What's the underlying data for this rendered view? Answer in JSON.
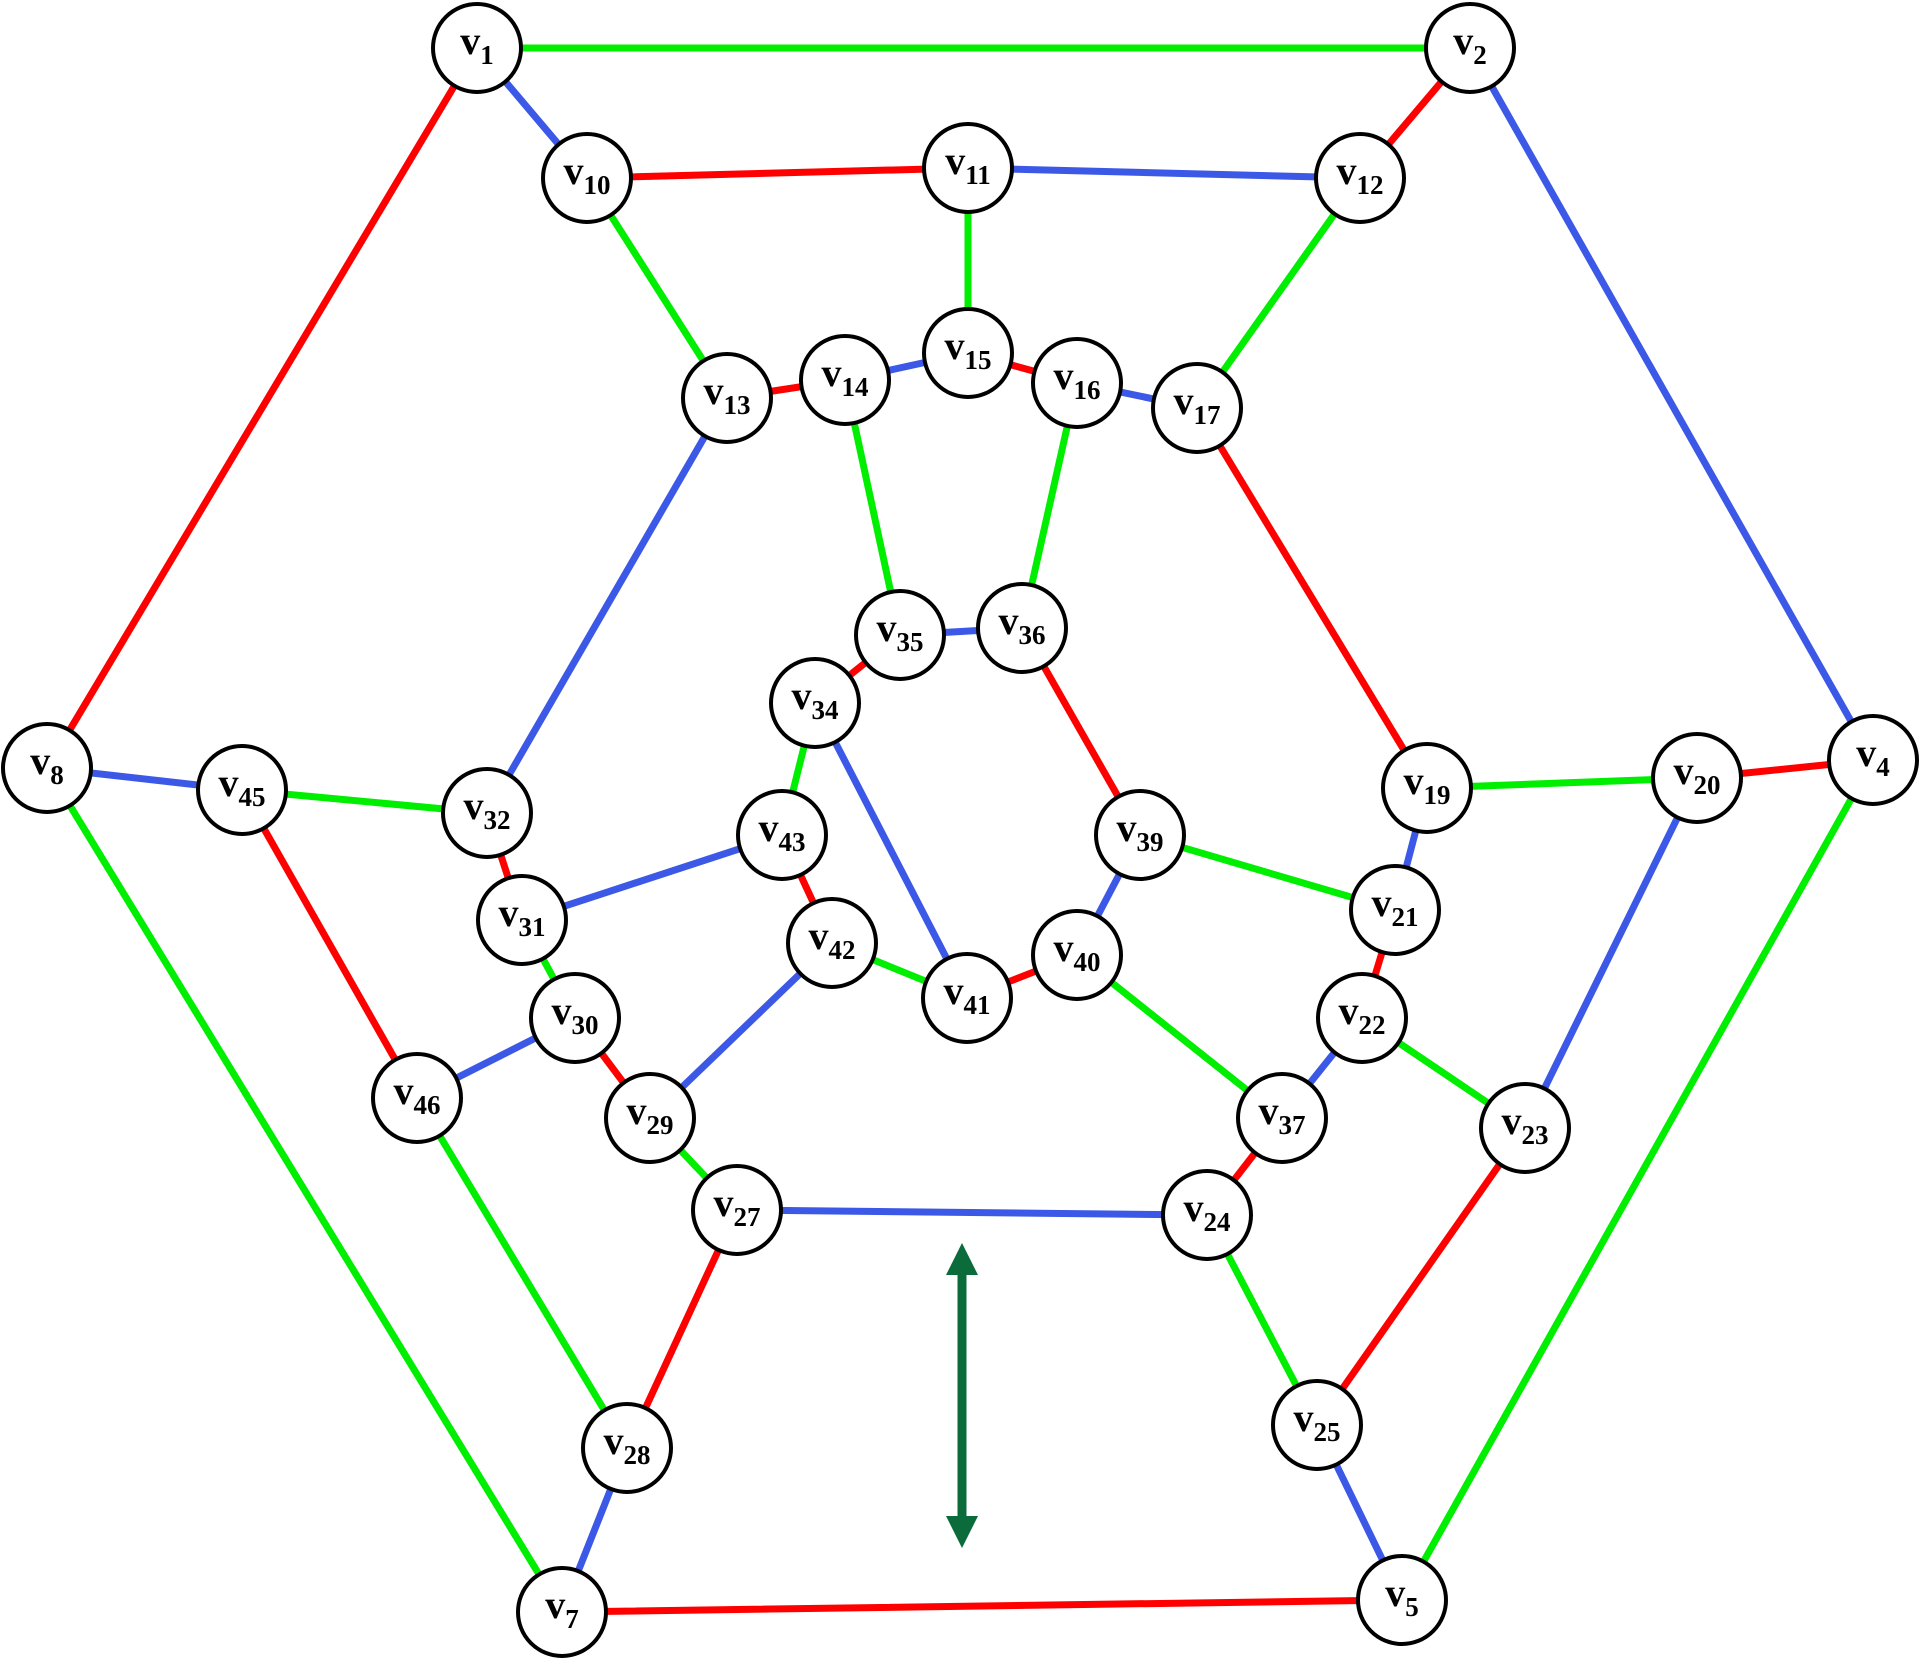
{
  "colors": {
    "red": "#ff0000",
    "green": "#00ee00",
    "blue": "#3c58e6",
    "arrow": "#0b6b3a"
  },
  "nodes": [
    {
      "id": "1",
      "label": "v",
      "sub": "1"
    },
    {
      "id": "2",
      "label": "v",
      "sub": "2"
    },
    {
      "id": "4",
      "label": "v",
      "sub": "4"
    },
    {
      "id": "5",
      "label": "v",
      "sub": "5"
    },
    {
      "id": "7",
      "label": "v",
      "sub": "7"
    },
    {
      "id": "8",
      "label": "v",
      "sub": "8"
    },
    {
      "id": "10",
      "label": "v",
      "sub": "10"
    },
    {
      "id": "11",
      "label": "v",
      "sub": "11"
    },
    {
      "id": "12",
      "label": "v",
      "sub": "12"
    },
    {
      "id": "13",
      "label": "v",
      "sub": "13"
    },
    {
      "id": "14",
      "label": "v",
      "sub": "14"
    },
    {
      "id": "15",
      "label": "v",
      "sub": "15"
    },
    {
      "id": "16",
      "label": "v",
      "sub": "16"
    },
    {
      "id": "17",
      "label": "v",
      "sub": "17"
    },
    {
      "id": "19",
      "label": "v",
      "sub": "19"
    },
    {
      "id": "20",
      "label": "v",
      "sub": "20"
    },
    {
      "id": "21",
      "label": "v",
      "sub": "21"
    },
    {
      "id": "22",
      "label": "v",
      "sub": "22"
    },
    {
      "id": "23",
      "label": "v",
      "sub": "23"
    },
    {
      "id": "24",
      "label": "v",
      "sub": "24"
    },
    {
      "id": "25",
      "label": "v",
      "sub": "25"
    },
    {
      "id": "27",
      "label": "v",
      "sub": "27"
    },
    {
      "id": "28",
      "label": "v",
      "sub": "28"
    },
    {
      "id": "29",
      "label": "v",
      "sub": "29"
    },
    {
      "id": "30",
      "label": "v",
      "sub": "30"
    },
    {
      "id": "31",
      "label": "v",
      "sub": "31"
    },
    {
      "id": "32",
      "label": "v",
      "sub": "32"
    },
    {
      "id": "34",
      "label": "v",
      "sub": "34"
    },
    {
      "id": "35",
      "label": "v",
      "sub": "35"
    },
    {
      "id": "36",
      "label": "v",
      "sub": "36"
    },
    {
      "id": "37",
      "label": "v",
      "sub": "37"
    },
    {
      "id": "39",
      "label": "v",
      "sub": "39"
    },
    {
      "id": "40",
      "label": "v",
      "sub": "40"
    },
    {
      "id": "41",
      "label": "v",
      "sub": "41"
    },
    {
      "id": "42",
      "label": "v",
      "sub": "42"
    },
    {
      "id": "43",
      "label": "v",
      "sub": "43"
    },
    {
      "id": "45",
      "label": "v",
      "sub": "45"
    },
    {
      "id": "46",
      "label": "v",
      "sub": "46"
    }
  ],
  "edges": [
    {
      "from": "1",
      "to": "2",
      "color": "green"
    },
    {
      "from": "1",
      "to": "10",
      "color": "blue"
    },
    {
      "from": "1",
      "to": "8",
      "color": "red"
    },
    {
      "from": "2",
      "to": "12",
      "color": "red"
    },
    {
      "from": "2",
      "to": "4",
      "color": "blue"
    },
    {
      "from": "10",
      "to": "11",
      "color": "red"
    },
    {
      "from": "11",
      "to": "12",
      "color": "blue"
    },
    {
      "from": "10",
      "to": "13",
      "color": "green"
    },
    {
      "from": "11",
      "to": "15",
      "color": "green"
    },
    {
      "from": "12",
      "to": "17",
      "color": "green"
    },
    {
      "from": "13",
      "to": "14",
      "color": "red"
    },
    {
      "from": "14",
      "to": "15",
      "color": "blue"
    },
    {
      "from": "15",
      "to": "16",
      "color": "red"
    },
    {
      "from": "16",
      "to": "17",
      "color": "blue"
    },
    {
      "from": "14",
      "to": "35",
      "color": "green"
    },
    {
      "from": "16",
      "to": "36",
      "color": "green"
    },
    {
      "from": "13",
      "to": "32",
      "color": "blue"
    },
    {
      "from": "17",
      "to": "19",
      "color": "red"
    },
    {
      "from": "35",
      "to": "36",
      "color": "blue"
    },
    {
      "from": "34",
      "to": "35",
      "color": "red"
    },
    {
      "from": "36",
      "to": "39",
      "color": "red"
    },
    {
      "from": "34",
      "to": "43",
      "color": "green"
    },
    {
      "from": "34",
      "to": "41",
      "color": "blue"
    },
    {
      "from": "39",
      "to": "40",
      "color": "blue"
    },
    {
      "from": "39",
      "to": "21",
      "color": "green"
    },
    {
      "from": "43",
      "to": "42",
      "color": "red"
    },
    {
      "from": "43",
      "to": "31",
      "color": "blue"
    },
    {
      "from": "42",
      "to": "41",
      "color": "green"
    },
    {
      "from": "41",
      "to": "40",
      "color": "red"
    },
    {
      "from": "42",
      "to": "29",
      "color": "blue"
    },
    {
      "from": "40",
      "to": "37",
      "color": "green"
    },
    {
      "from": "8",
      "to": "45",
      "color": "blue"
    },
    {
      "from": "8",
      "to": "7",
      "color": "green"
    },
    {
      "from": "45",
      "to": "32",
      "color": "green"
    },
    {
      "from": "45",
      "to": "46",
      "color": "red"
    },
    {
      "from": "32",
      "to": "31",
      "color": "red"
    },
    {
      "from": "31",
      "to": "30",
      "color": "green"
    },
    {
      "from": "30",
      "to": "46",
      "color": "blue"
    },
    {
      "from": "30",
      "to": "29",
      "color": "red"
    },
    {
      "from": "29",
      "to": "27",
      "color": "green"
    },
    {
      "from": "46",
      "to": "28",
      "color": "green"
    },
    {
      "from": "27",
      "to": "24",
      "color": "blue"
    },
    {
      "from": "27",
      "to": "28",
      "color": "red"
    },
    {
      "from": "28",
      "to": "7",
      "color": "blue"
    },
    {
      "from": "7",
      "to": "5",
      "color": "red"
    },
    {
      "from": "4",
      "to": "20",
      "color": "red"
    },
    {
      "from": "4",
      "to": "5",
      "color": "green"
    },
    {
      "from": "20",
      "to": "19",
      "color": "green"
    },
    {
      "from": "20",
      "to": "23",
      "color": "blue"
    },
    {
      "from": "19",
      "to": "21",
      "color": "blue"
    },
    {
      "from": "21",
      "to": "22",
      "color": "red"
    },
    {
      "from": "22",
      "to": "37",
      "color": "blue"
    },
    {
      "from": "22",
      "to": "23",
      "color": "green"
    },
    {
      "from": "37",
      "to": "24",
      "color": "red"
    },
    {
      "from": "24",
      "to": "25",
      "color": "green"
    },
    {
      "from": "23",
      "to": "25",
      "color": "red"
    },
    {
      "from": "25",
      "to": "5",
      "color": "blue"
    }
  ],
  "arrow": {
    "direction": "vertical",
    "heads": "both"
  }
}
